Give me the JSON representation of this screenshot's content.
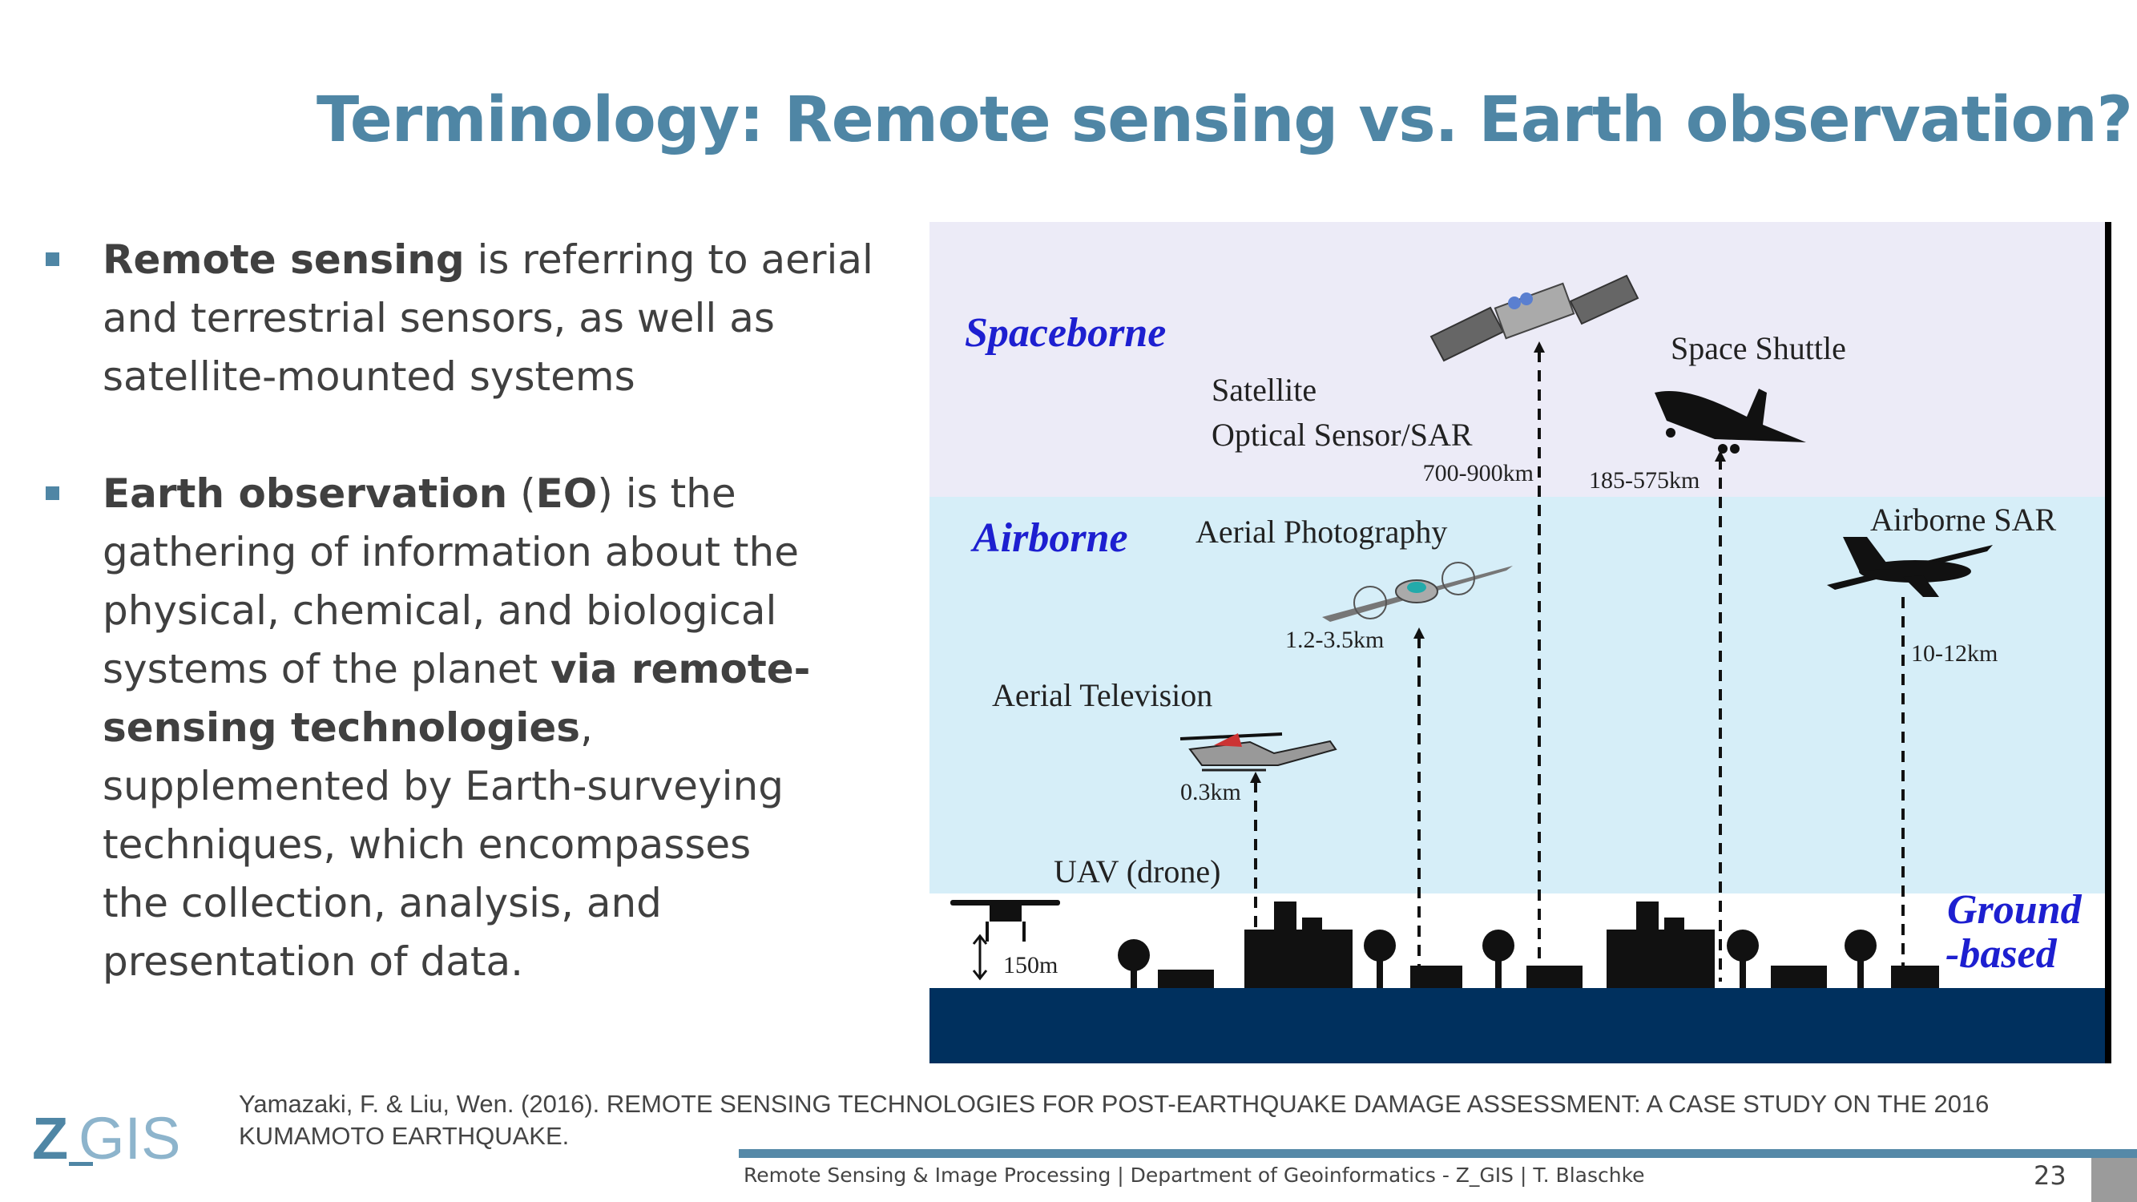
{
  "title": "Terminology: Remote sensing vs. Earth observation?",
  "bullets": [
    {
      "bold": "Remote sensing",
      "text": " is referring to aerial and terrestrial sensors, as well as satellite-mounted systems"
    },
    {
      "bold": "Earth observation",
      "text_a": " (",
      "bold2": "EO",
      "text_b": ") is the gathering of information about the physical, chemical, and biological systems of the planet ",
      "bold3": "via remote-sensing technologies",
      "text_c": ", supplemented by Earth-surveying techniques, which encompasses the collection, analysis, and presentation of data."
    }
  ],
  "diagram": {
    "categories": {
      "spaceborne": "Spaceborne",
      "airborne": "Airborne",
      "ground_1": "Ground",
      "ground_2": "-based"
    },
    "platforms": {
      "satellite_1": "Satellite",
      "satellite_2": "Optical Sensor/SAR",
      "satellite_alt": "700-900km",
      "shuttle": "Space Shuttle",
      "shuttle_alt": "185-575km",
      "aerial_photo": "Aerial Photography",
      "aerial_photo_alt": "1.2-3.5km",
      "airborne_sar": "Airborne SAR",
      "airborne_sar_alt": "10-12km",
      "aerial_tv": "Aerial Television",
      "aerial_tv_alt": "0.3km",
      "uav": "UAV (drone)",
      "uav_alt": "150m"
    },
    "colors": {
      "space": "#ecebf7",
      "air": "#d6eef8",
      "ground": "#ffffff",
      "base": "#00305e"
    }
  },
  "citation": "Yamazaki, F. & Liu, Wen. (2016). REMOTE SENSING TECHNOLOGIES FOR POST-EARTHQUAKE DAMAGE ASSESSMENT: A CASE STUDY ON THE 2016 KUMAMOTO EARTHQUAKE.",
  "footer": {
    "text": "Remote Sensing & Image Processing | Department of Geoinformatics - Z_GIS | T. Blaschke",
    "page": "23",
    "logo": "Z_GIS"
  }
}
